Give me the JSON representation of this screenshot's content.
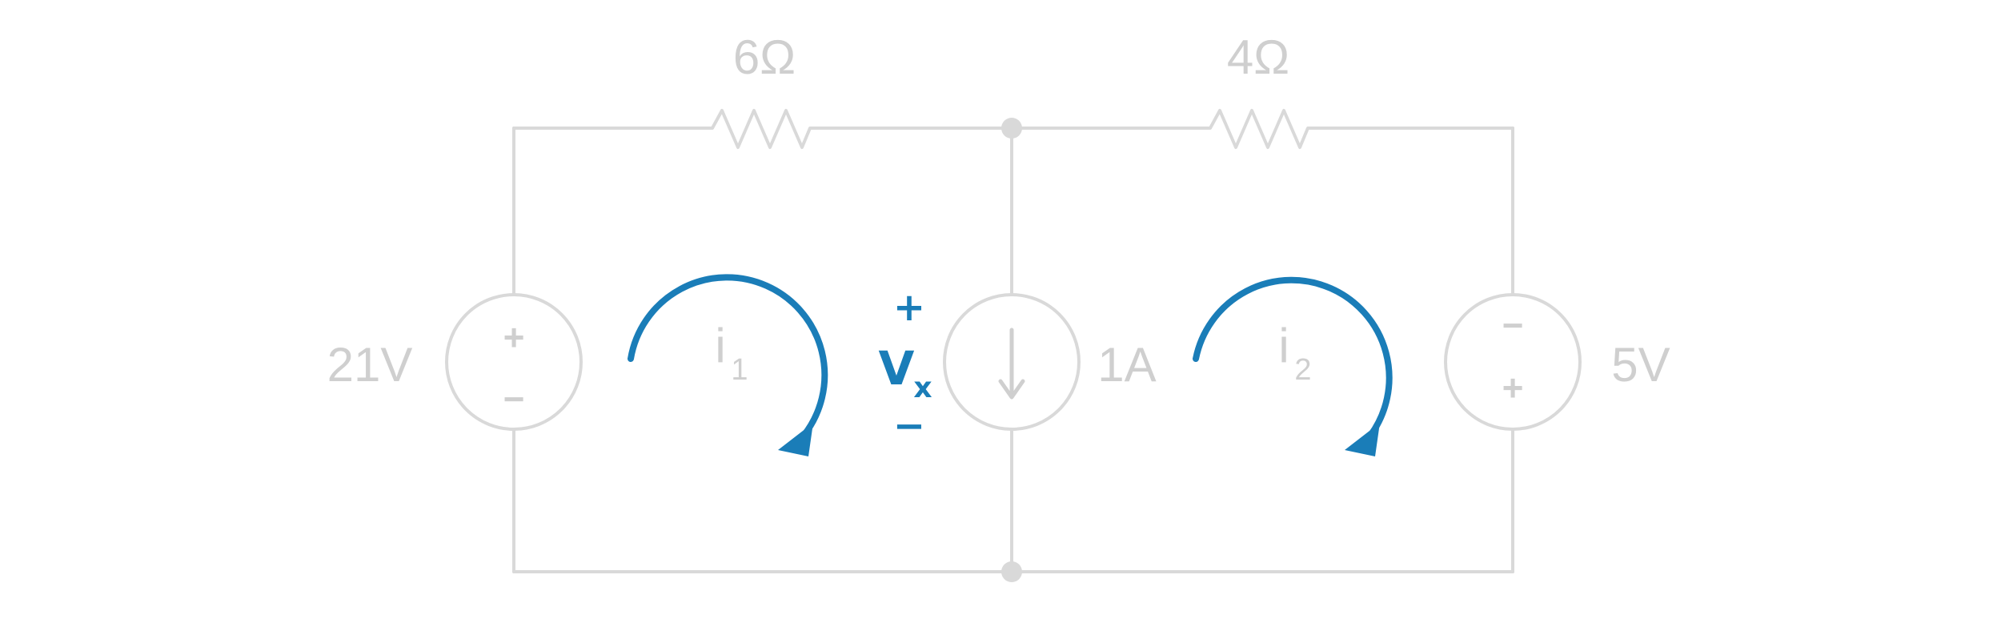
{
  "resistors": {
    "left": "6Ω",
    "right": "4Ω"
  },
  "sources": {
    "voltage_left": {
      "label": "21V",
      "polarity_top": "+",
      "polarity_bottom": "−"
    },
    "current_middle": {
      "label": "1A"
    },
    "voltage_right": {
      "label": "5V",
      "polarity_top": "−",
      "polarity_bottom": "+"
    }
  },
  "mesh_currents": {
    "left": {
      "symbol": "i",
      "subscript": "1"
    },
    "right": {
      "symbol": "i",
      "subscript": "2"
    }
  },
  "vx": {
    "symbol": "V",
    "subscript": "x",
    "plus": "+",
    "minus": "−"
  },
  "colors": {
    "wire": "#d9d9d9",
    "label": "#cfcfcf",
    "accent": "#1a7db8",
    "background": "#ffffff"
  }
}
